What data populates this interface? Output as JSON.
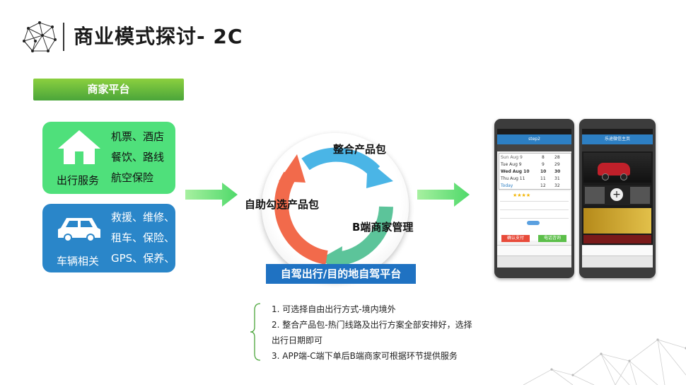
{
  "header": {
    "title": "商业模式探讨- 2C",
    "logo_icon": "polygon-sphere-icon"
  },
  "merchant_tag": "商家平台",
  "services": {
    "travel": {
      "label": "出行服务",
      "icon": "house-icon",
      "lines": [
        "机票、酒店",
        "餐饮、路线",
        "航空保险"
      ],
      "color": "#4fe07b"
    },
    "vehicle": {
      "label": "车辆相关",
      "icon": "car-icon",
      "lines": [
        "救援、维修、",
        "租车、保险、",
        "GPS、保养、"
      ],
      "color": "#2a86c9"
    }
  },
  "cycle": {
    "top": "整合产品包",
    "left": "自助勾选产品包",
    "right": "B端商家管理",
    "banner": "自驾出行/目的地自驾平台"
  },
  "notes": [
    "1. 可选择自由出行方式-境内境外",
    "2. 整合产品包-热门线路及出行方案全部安排好，选择出行日期即可",
    "3. APP端-C端下单后B端商家可根据环节提供服务"
  ],
  "phone1": {
    "appbar": "step2",
    "rows": [
      "Sun Aug 9",
      "Tue Aug 9",
      "Wed Aug 10",
      "Thu Aug 11",
      "Today"
    ],
    "hours": [
      "8",
      "9",
      "10",
      "11",
      "12"
    ],
    "minutes": [
      "28",
      "29",
      "30",
      "31",
      "32"
    ],
    "btn_confirm": "确认支付",
    "btn_call": "电话咨询"
  },
  "phone2": {
    "appbar": "乐途微信主页"
  }
}
